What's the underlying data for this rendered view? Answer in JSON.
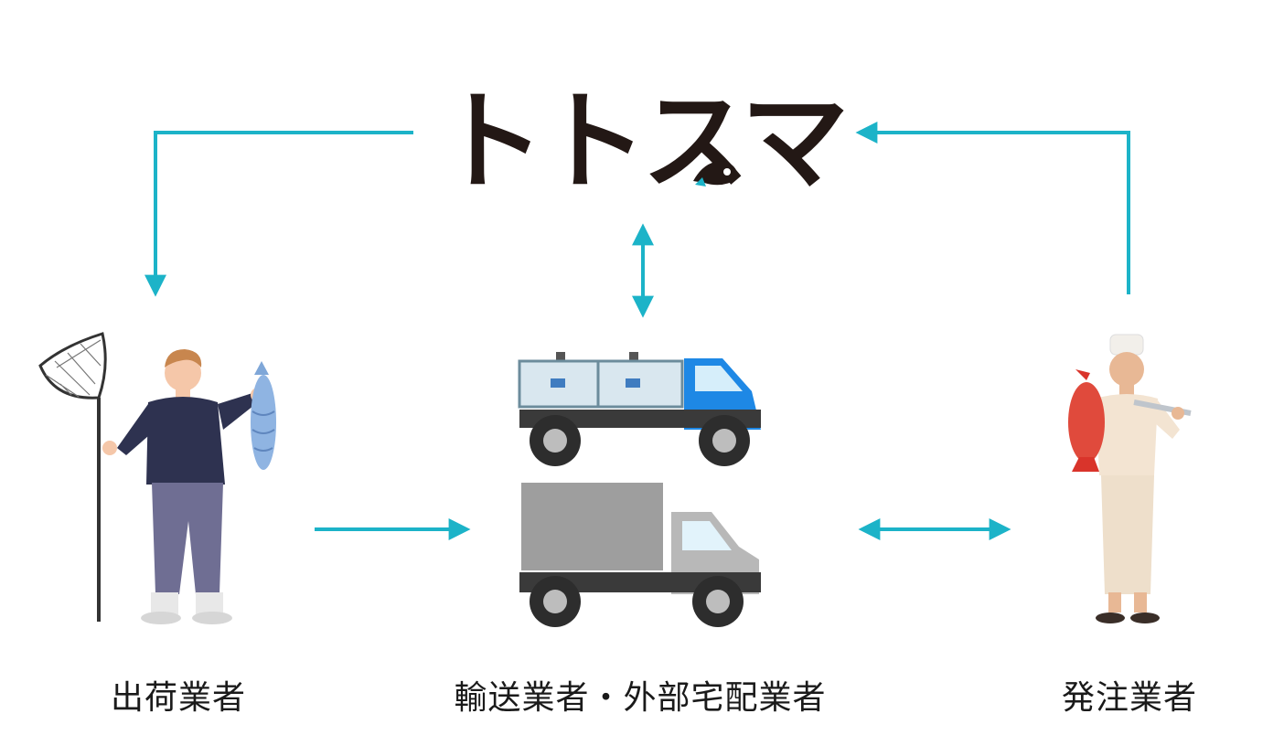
{
  "logo": {
    "text": "トトスマ"
  },
  "labels": {
    "shipper": "出荷業者",
    "transport": "輸送業者・外部宅配業者",
    "orderer": "発注業者"
  },
  "colors": {
    "arrow": "#1CB3C8",
    "logo": "#231815",
    "logo_accent": "#1CB3C8",
    "truck_blue": "#1E88E5",
    "truck_gray": "#9E9E9E"
  }
}
